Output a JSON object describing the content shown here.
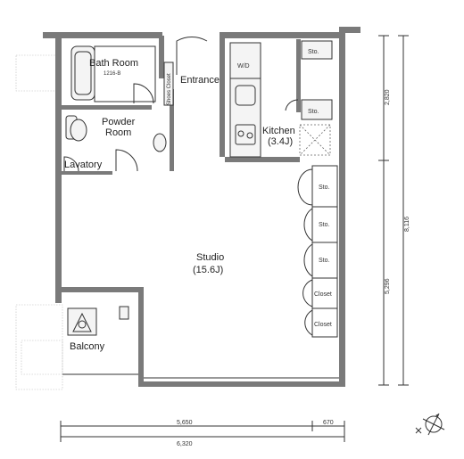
{
  "rooms": {
    "bath": "Bath Room",
    "bath_code": "1216-B",
    "entrance": "Entrance",
    "shoes_closet": "Shoes Closet",
    "wd": "W/D",
    "powder_line1": "Powder",
    "powder_line2": "Room",
    "lavatory": "Lavatory",
    "kitchen": "Kitchen",
    "kitchen_area": "(3.4J)",
    "studio": "Studio",
    "studio_area": "(15.6J)",
    "balcony": "Balcony"
  },
  "storage": {
    "sto_top1": "Sto.",
    "sto_top2": "Sto.",
    "sto_1": "Sto.",
    "sto_2": "Sto.",
    "sto_3": "Sto.",
    "closet_1": "Closet",
    "closet_2": "Closet"
  },
  "dimensions": {
    "d_2820": "2,820",
    "d_8116": "8,116",
    "d_5296": "5,296",
    "d_5650": "5,650",
    "d_670": "670",
    "d_6320": "6,320"
  }
}
